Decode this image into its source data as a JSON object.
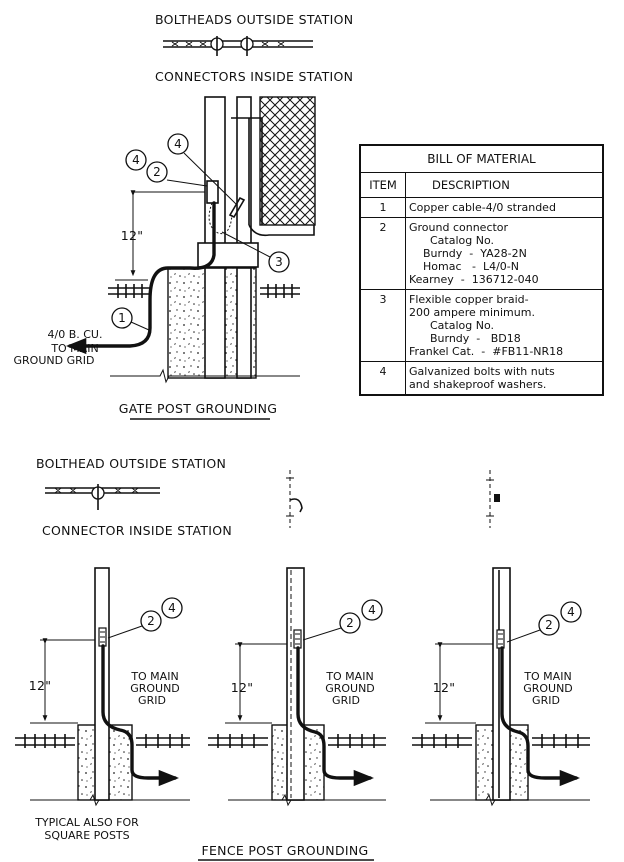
{
  "top": {
    "boltheads_outside_station": "BOLTHEADS OUTSIDE STATION",
    "connectors_inside_station": "CONNECTORS INSIDE STATION"
  },
  "gate_post": {
    "callouts": [
      "4",
      "2",
      "4",
      "3",
      "1"
    ],
    "height_label": "12\"",
    "cable_note": [
      "4/0 B. CU.",
      "TO MAIN",
      "GROUND GRID"
    ],
    "caption": "GATE POST GROUNDING"
  },
  "bill_of_material": {
    "title": "BILL OF MATERIAL",
    "col_item": "ITEM",
    "col_description": "DESCRIPTION",
    "rows": [
      {
        "item": "1",
        "description": "Copper cable-4/0 stranded"
      },
      {
        "item": "2",
        "description": "Ground connector\n      Catalog No.\n    Burndy  -  YA28-2N\n    Homac   -  L4/0-N\nKearney  -  136712-040"
      },
      {
        "item": "3",
        "description": "Flexible copper braid-\n200 ampere minimum.\n      Catalog No.\n      Burndy  -   BD18\nFrankel Cat.  -  #FB11-NR18"
      },
      {
        "item": "4",
        "description": "Galvanized bolts with nuts\nand shakeproof washers."
      }
    ]
  },
  "middle": {
    "bolthead_outside_station": "BOLTHEAD OUTSIDE STATION",
    "connector_inside_station": "CONNECTOR INSIDE STATION"
  },
  "fence_posts": {
    "callouts": [
      "2",
      "4"
    ],
    "height_label": "12\"",
    "to_main": [
      "TO MAIN",
      "GROUND",
      "GRID"
    ],
    "typical_note": [
      "TYPICAL ALSO FOR",
      "SQUARE POSTS"
    ],
    "caption": "FENCE POST GROUNDING"
  }
}
